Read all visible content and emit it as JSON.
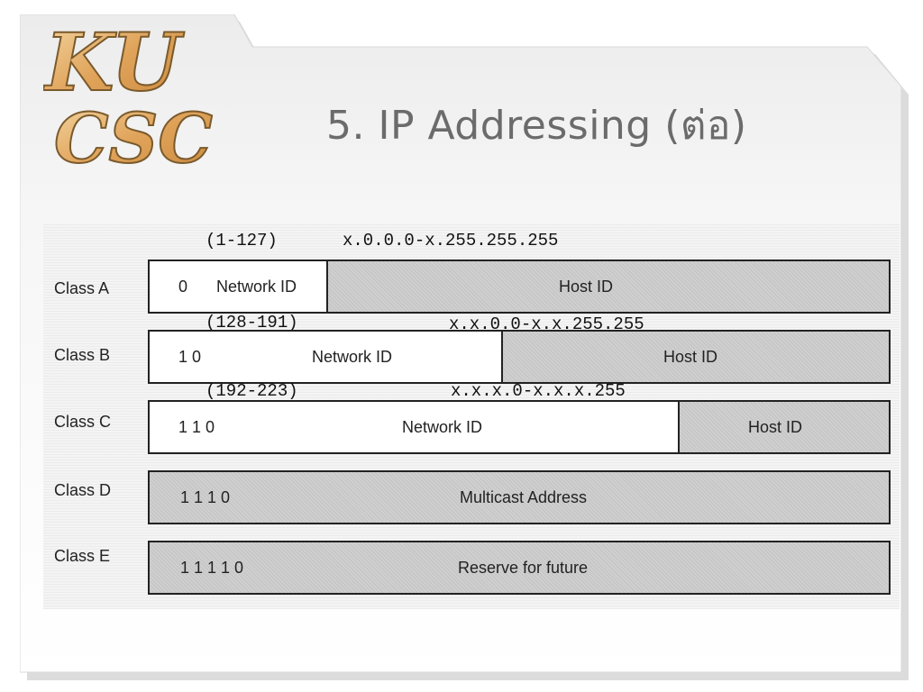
{
  "title": "5. IP  Addressing (ต่อ)",
  "logo": {
    "line1": "KU",
    "line2": "CSC"
  },
  "classes": [
    {
      "label": "Class A",
      "range": "(1-127)",
      "address_range": "x.0.0.0-x.255.255.255",
      "prefix_bits": "0",
      "network_label": "Network ID",
      "host_label": "Host ID"
    },
    {
      "label": "Class B",
      "range": "(128-191)",
      "address_range": "x.x.0.0-x.x.255.255",
      "prefix_bits": "1 0",
      "network_label": "Network ID",
      "host_label": "Host ID"
    },
    {
      "label": "Class C",
      "range": "(192-223)",
      "address_range": "x.x.x.0-x.x.x.255",
      "prefix_bits": "1 1 0",
      "network_label": "Network ID",
      "host_label": "Host ID"
    },
    {
      "label": "Class D",
      "prefix_bits": "1 1 1 0",
      "field_label": "Multicast Address"
    },
    {
      "label": "Class E",
      "prefix_bits": "1 1 1 1 0",
      "field_label": "Reserve for future"
    }
  ]
}
